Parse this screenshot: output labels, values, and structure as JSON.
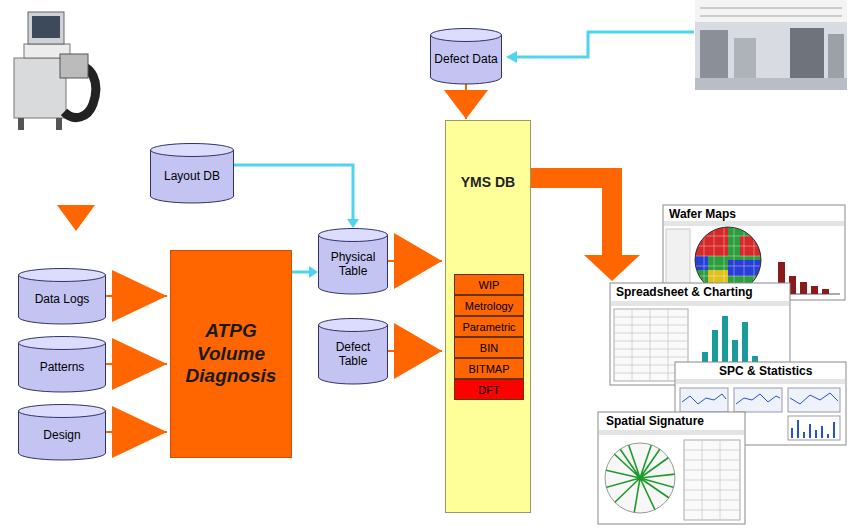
{
  "diagram": {
    "nodes": [
      {
        "text": [
          "Defect Data"
        ]
      },
      {
        "text": [
          "Layout DB"
        ]
      },
      {
        "text": [
          "Data Logs"
        ]
      },
      {
        "text": [
          "Patterns"
        ]
      },
      {
        "text": [
          "Design"
        ]
      },
      {
        "text": [
          "ATPG Volume Diagnosis"
        ]
      },
      {
        "text": [
          "Physical Table"
        ]
      },
      {
        "text": [
          "Defect Table"
        ]
      },
      {
        "text": [
          "YMS DB"
        ]
      },
      {
        "text": [
          "WIP"
        ],
        "in": 8
      },
      {
        "text": [
          "Metrology"
        ],
        "in": 8
      },
      {
        "text": [
          "Parametric"
        ],
        "in": 8
      },
      {
        "text": [
          "BIN"
        ],
        "in": 8
      },
      {
        "text": [
          "BITMAP"
        ],
        "in": 8
      },
      {
        "text": [
          "DFT"
        ],
        "in": 8
      },
      {
        "text": [
          "Wafer Maps"
        ]
      },
      {
        "text": [
          "Spreadsheet & Charting"
        ]
      },
      {
        "text": [
          "SPC & Statistics"
        ]
      },
      {
        "text": [
          "Spatial Signature"
        ]
      }
    ],
    "edges": [
      {
        "from": 1,
        "to": 6,
        "arrow": "to"
      },
      {
        "from": 5,
        "to": 6,
        "arrow": "to"
      },
      {
        "from": 2,
        "to": 5,
        "arrow": "to"
      },
      {
        "from": 3,
        "to": 5,
        "arrow": "to"
      },
      {
        "from": 4,
        "to": 5,
        "arrow": "to"
      },
      {
        "from": 6,
        "to": 8,
        "arrow": "to"
      },
      {
        "from": 7,
        "to": 8,
        "arrow": "to"
      },
      {
        "from": 0,
        "to": 8,
        "arrow": "to"
      },
      {
        "from": 8,
        "to": 16,
        "arrow": "to"
      }
    ]
  }
}
